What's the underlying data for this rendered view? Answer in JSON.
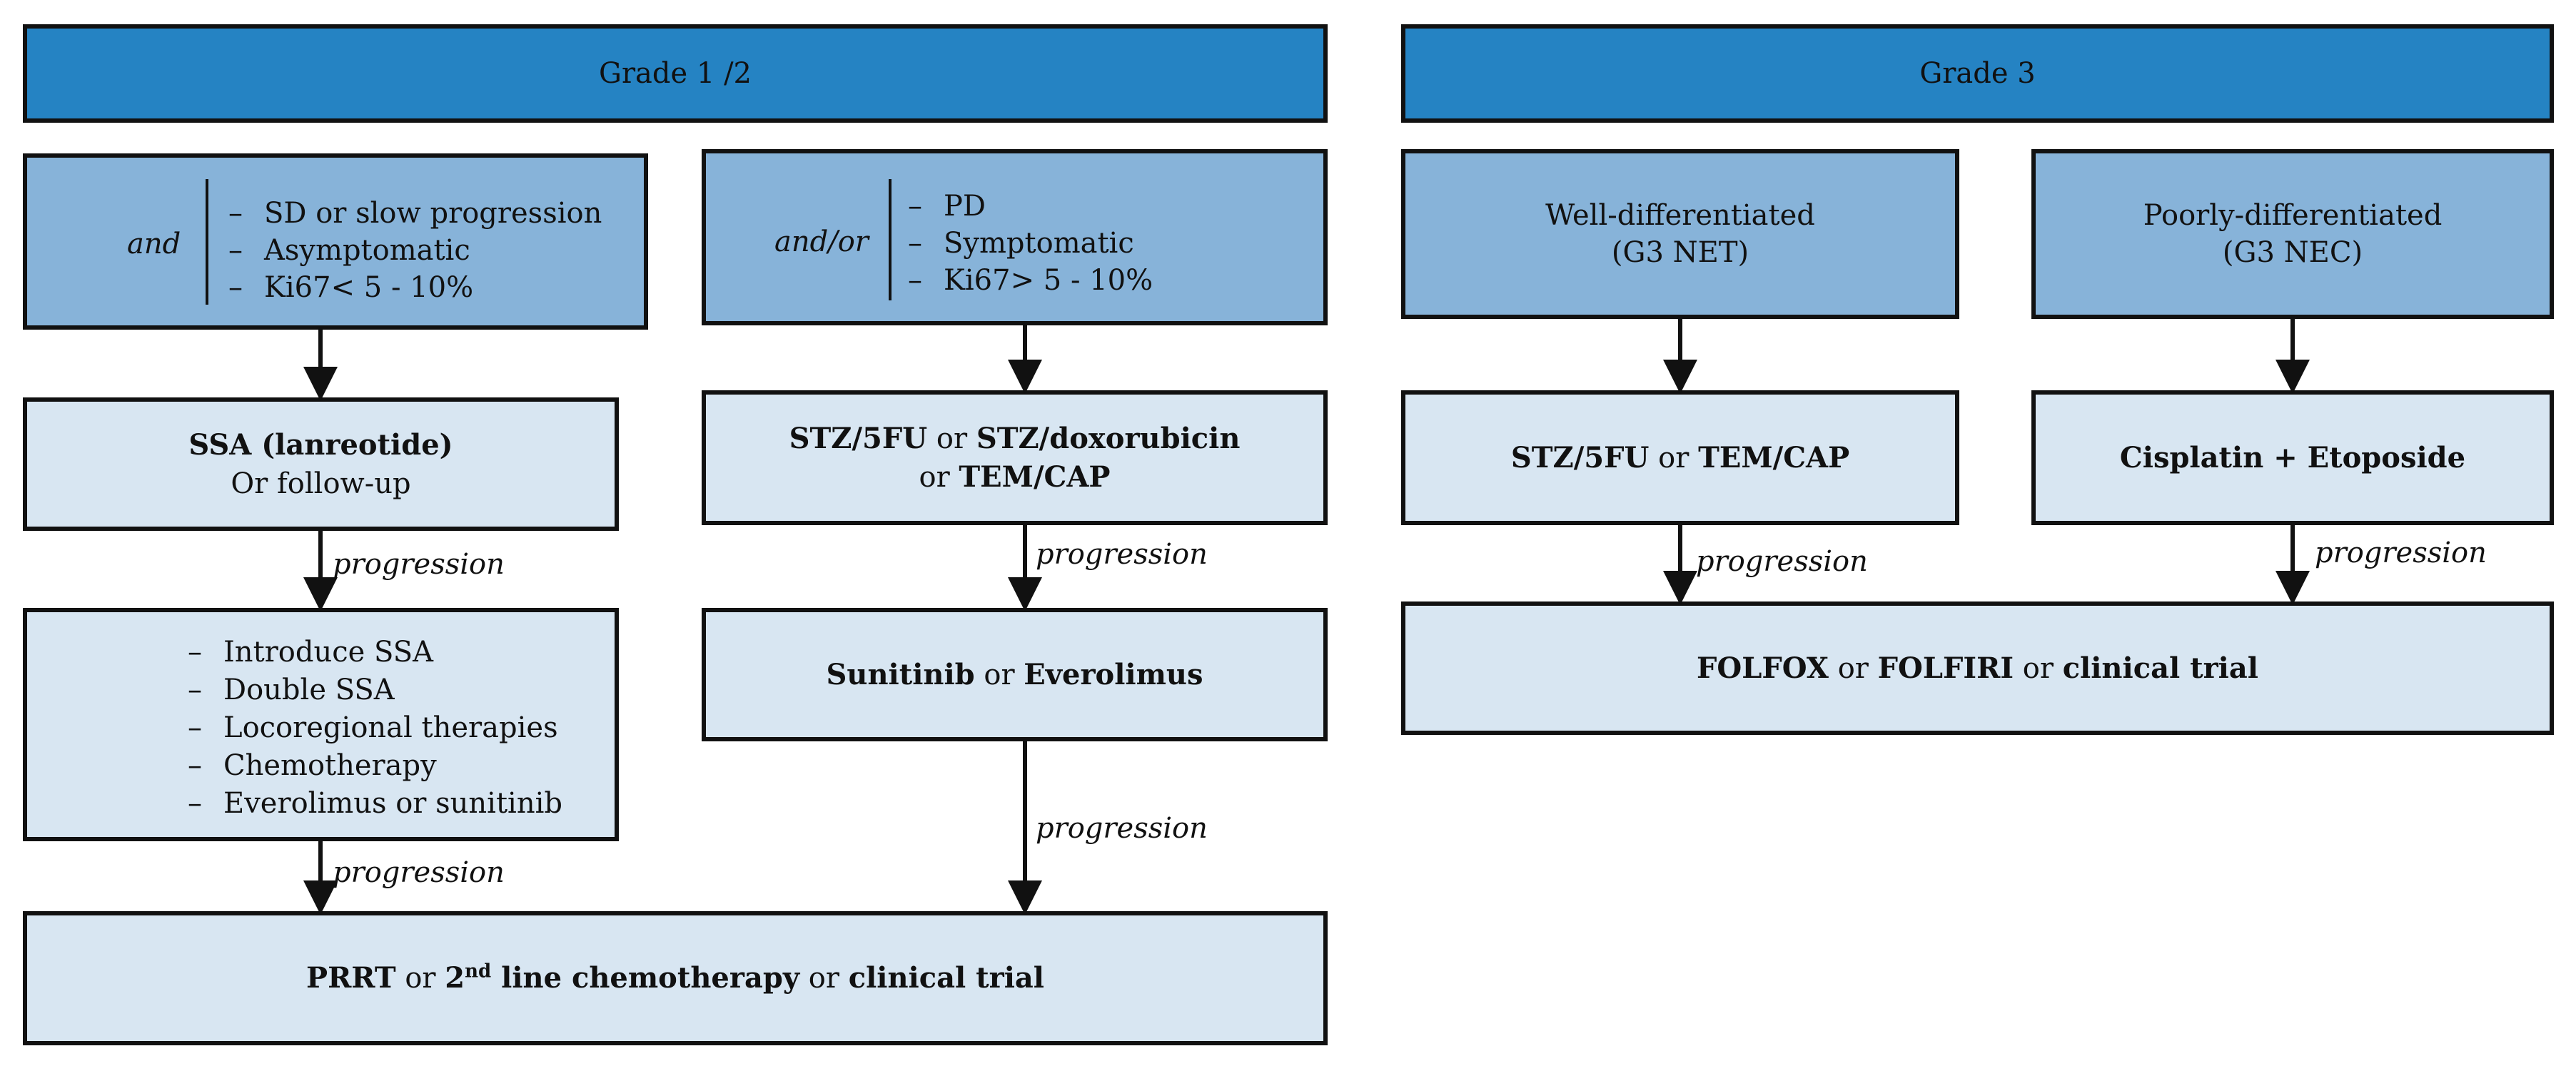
{
  "headers": {
    "grade12": "Grade 1 /2",
    "grade3": "Grade 3"
  },
  "criteria_left": {
    "connector": "and",
    "items": [
      "SD or slow progression",
      "Asymptomatic",
      "Ki67< 5 - 10%"
    ]
  },
  "criteria_right": {
    "connector": "and/or",
    "items": [
      "PD",
      "Symptomatic",
      "Ki67> 5 - 10%"
    ]
  },
  "g3_well": {
    "line1": "Well-differentiated",
    "line2": "(G3 NET)"
  },
  "g3_poor": {
    "line1": "Poorly-differentiated",
    "line2": "(G3 NEC)"
  },
  "ssa_box": {
    "bold": "SSA (lanreotide)",
    "line2": "Or follow-up"
  },
  "stz_box": {
    "a": "STZ/5FU",
    "or1": "or",
    "b": "STZ/doxorubicin",
    "or2": "or",
    "c": "TEM/CAP"
  },
  "g3_stz_box": {
    "a": "STZ/5FU",
    "or": "or",
    "b": "TEM/CAP"
  },
  "cisplatin_box": {
    "text": "Cisplatin + Etoposide"
  },
  "options_list": {
    "items": [
      "Introduce SSA",
      "Double SSA",
      "Locoregional therapies",
      "Chemotherapy",
      "Everolimus or sunitinib"
    ]
  },
  "suni_box": {
    "a": "Sunitinib",
    "or": "or",
    "b": "Everolimus"
  },
  "folfox_box": {
    "a": "FOLFOX",
    "or1": "or",
    "b": "FOLFIRI",
    "or2": "or",
    "c": "clinical trial"
  },
  "prrt_box": {
    "a": "PRRT",
    "or1": "or",
    "num": "2",
    "sup": "nd",
    "b": "line chemotherapy",
    "or2": "or",
    "c": "clinical trial"
  },
  "dash_char": "–",
  "progression_label": "progression",
  "colors": {
    "header": "#2583C3",
    "criteria": "#87B3D9",
    "treatment": "#D8E6F2",
    "border": "#111111"
  }
}
